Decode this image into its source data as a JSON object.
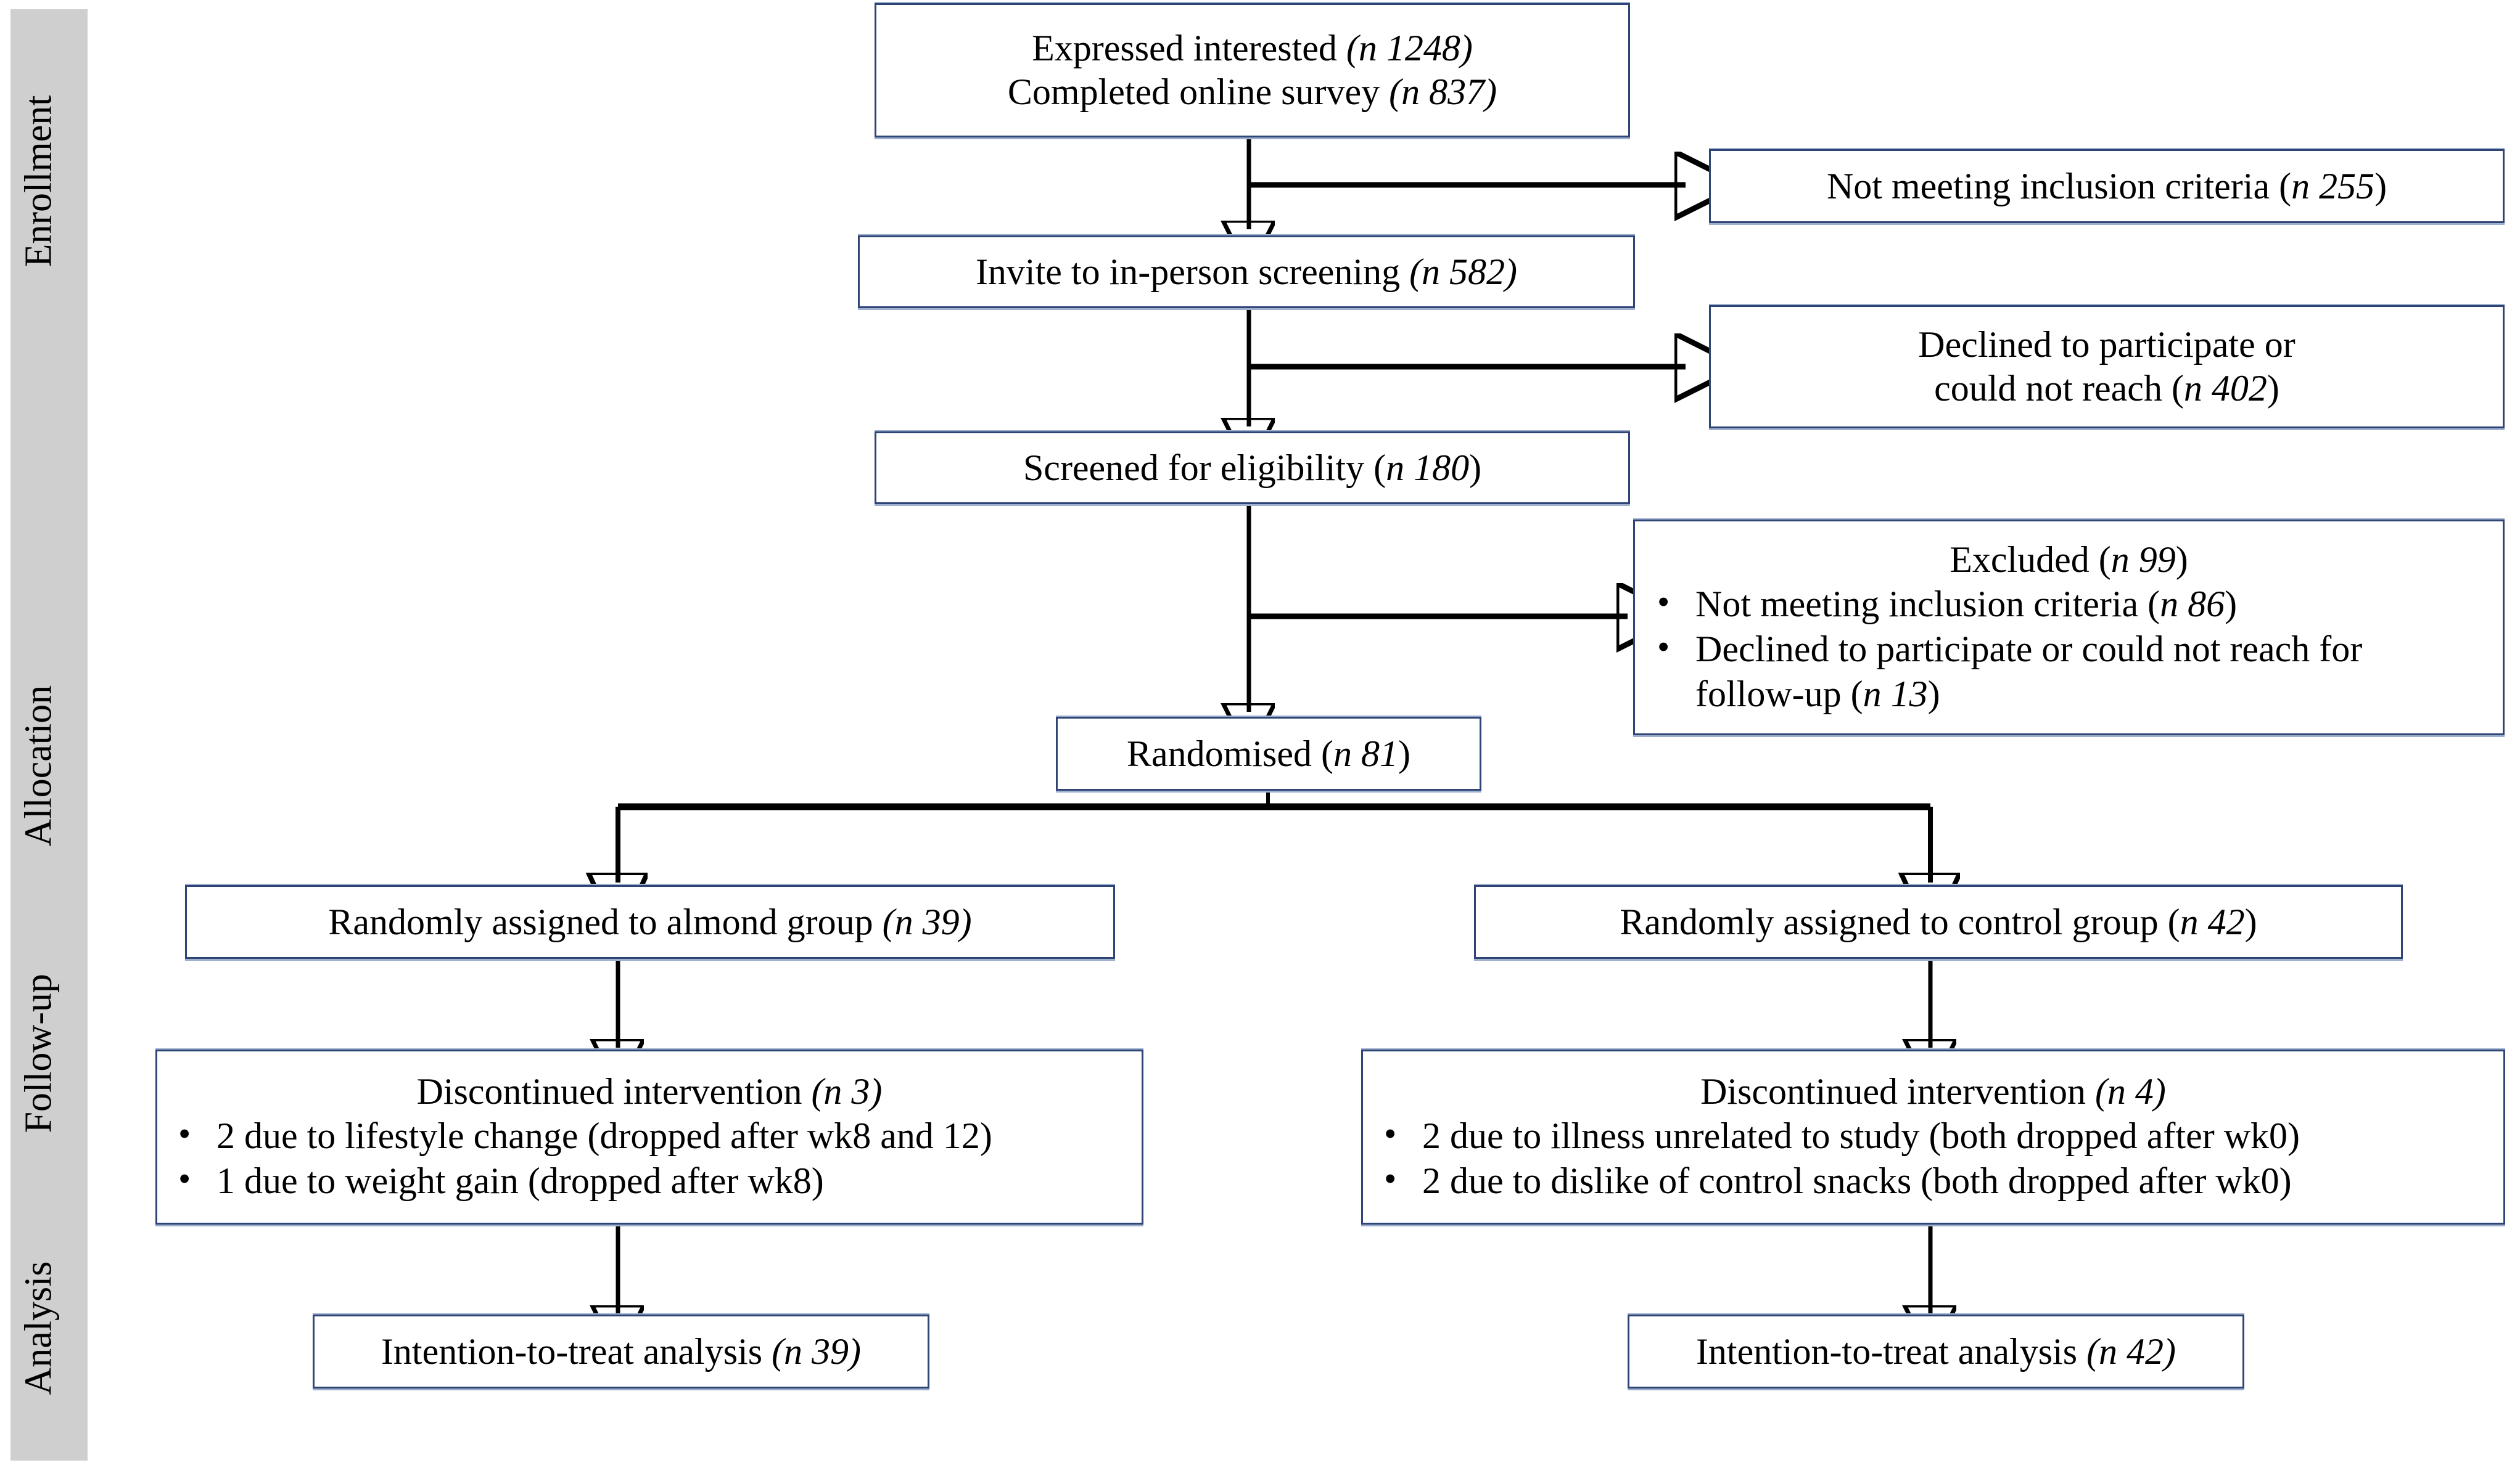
{
  "diagram": {
    "title": "CONSORT participant flow diagram",
    "colors": {
      "box_border": "#2f4576",
      "box_fill": "#ffffff",
      "sidebar_fill": "#cfcfcf",
      "connector": "#000000",
      "text": "#000000"
    }
  },
  "sidebar": {
    "stages": [
      {
        "id": "enrollment",
        "label": "Enrollment"
      },
      {
        "id": "allocation",
        "label": "Allocation"
      },
      {
        "id": "followup",
        "label": "Follow-up"
      },
      {
        "id": "analysis",
        "label": "Analysis"
      }
    ]
  },
  "nodes": {
    "expressed": {
      "name": "expressed-interest-box",
      "lines": [
        {
          "text": "Expressed interested ",
          "n": "(n 1248)"
        },
        {
          "text": "Completed online survey ",
          "n": "(n 837)"
        }
      ]
    },
    "not_meeting_1": {
      "name": "not-meeting-inclusion-criteria-box",
      "lines": [
        {
          "text": "Not meeting inclusion criteria (",
          "n": "n 255",
          "tail": ")"
        }
      ]
    },
    "invite": {
      "name": "invite-in-person-screening-box",
      "lines": [
        {
          "text": "Invite to in-person screening ",
          "n": "(n 582)"
        }
      ]
    },
    "declined_1": {
      "name": "declined-or-unreachable-box",
      "lines": [
        {
          "text": "Declined to participate or"
        },
        {
          "text": "could not reach (",
          "n": "n 402",
          "tail": ")"
        }
      ]
    },
    "screened": {
      "name": "screened-for-eligibility-box",
      "lines": [
        {
          "text": "Screened for eligibility (",
          "n": "n 180",
          "tail": ")"
        }
      ]
    },
    "excluded": {
      "name": "excluded-box",
      "heading": {
        "text": "Excluded (",
        "n": "n 99",
        "tail": ")"
      },
      "bullets": [
        {
          "text": "Not meeting inclusion criteria (",
          "n": "n 86",
          "tail": ")"
        },
        {
          "text": "Declined to participate or could not reach for",
          "text2": "follow-up (",
          "n": "n 13",
          "tail": ")"
        }
      ]
    },
    "randomised": {
      "name": "randomised-box",
      "lines": [
        {
          "text": "Randomised (",
          "n": "n 81",
          "tail": ")"
        }
      ]
    },
    "assign_almond": {
      "name": "assigned-almond-group-box",
      "lines": [
        {
          "text": "Randomly assigned to almond group ",
          "n": "(n 39)"
        }
      ]
    },
    "assign_control": {
      "name": "assigned-control-group-box",
      "lines": [
        {
          "text": "Randomly assigned to control group (",
          "n": "n 42",
          "tail": ")"
        }
      ]
    },
    "disc_almond": {
      "name": "discontinued-almond-box",
      "heading": {
        "text": "Discontinued intervention ",
        "n": "(n 3)"
      },
      "bullets": [
        {
          "text": "2 due to lifestyle change (dropped after wk8 and 12)"
        },
        {
          "text": "1 due to weight gain (dropped after wk8)"
        }
      ]
    },
    "disc_control": {
      "name": "discontinued-control-box",
      "heading": {
        "text": "Discontinued intervention ",
        "n": "(n 4)"
      },
      "bullets": [
        {
          "text": "2 due to illness unrelated to study (both dropped after wk0)"
        },
        {
          "text": "2 due to dislike of control snacks (both dropped after wk0)"
        }
      ]
    },
    "itt_almond": {
      "name": "intention-to-treat-almond-box",
      "lines": [
        {
          "text": "Intention-to-treat analysis ",
          "n": "(n  39)"
        }
      ]
    },
    "itt_control": {
      "name": "intention-to-treat-control-box",
      "lines": [
        {
          "text": "Intention-to-treat analysis ",
          "n": "(n  42)"
        }
      ]
    }
  },
  "chart_data": {
    "type": "diagram",
    "title": "CONSORT flow of participants through the trial",
    "flow_counts": {
      "expressed_interest": 1248,
      "completed_online_survey": 837,
      "not_meeting_inclusion_criteria_screening": 255,
      "invited_in_person_screening": 582,
      "declined_or_unreachable": 402,
      "screened_for_eligibility": 180,
      "excluded_total": 99,
      "excluded_not_meeting_criteria": 86,
      "excluded_declined_or_unreachable_followup": 13,
      "randomised": 81,
      "assigned_almond": 39,
      "assigned_control": 42,
      "discontinued_almond": 3,
      "discontinued_control": 4,
      "itt_almond": 39,
      "itt_control": 42
    }
  }
}
